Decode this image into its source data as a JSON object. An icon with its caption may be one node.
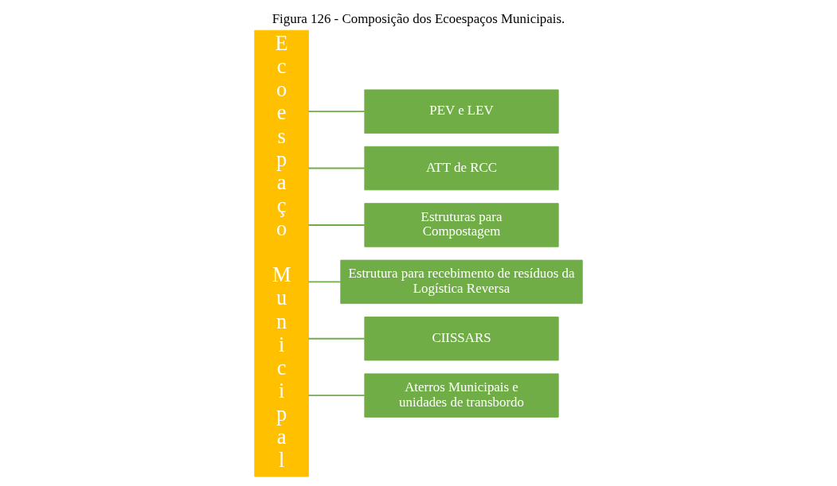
{
  "diagram": {
    "title": "Figura 126 - Composição dos Ecoespaços Municipais.",
    "nodes": [
      {
        "text": [
          "Ecoespaço Municipal"
        ]
      },
      {
        "text": [
          "PEV e LEV"
        ]
      },
      {
        "text": [
          "ATT de RCC"
        ]
      },
      {
        "text": [
          "Estruturas para Compostagem"
        ]
      },
      {
        "text": [
          "Estrutura para recebimento de resíduos da Logística Reversa"
        ]
      },
      {
        "text": [
          "CIISSARS"
        ]
      },
      {
        "text": [
          "Aterros Municipais e unidades de transbordo"
        ]
      }
    ],
    "edges": [
      {
        "from": 0,
        "to": 1,
        "arrow": "none"
      },
      {
        "from": 0,
        "to": 2,
        "arrow": "none"
      },
      {
        "from": 0,
        "to": 3,
        "arrow": "none"
      },
      {
        "from": 0,
        "to": 4,
        "arrow": "none"
      },
      {
        "from": 0,
        "to": 5,
        "arrow": "none"
      },
      {
        "from": 0,
        "to": 6,
        "arrow": "none"
      }
    ]
  }
}
